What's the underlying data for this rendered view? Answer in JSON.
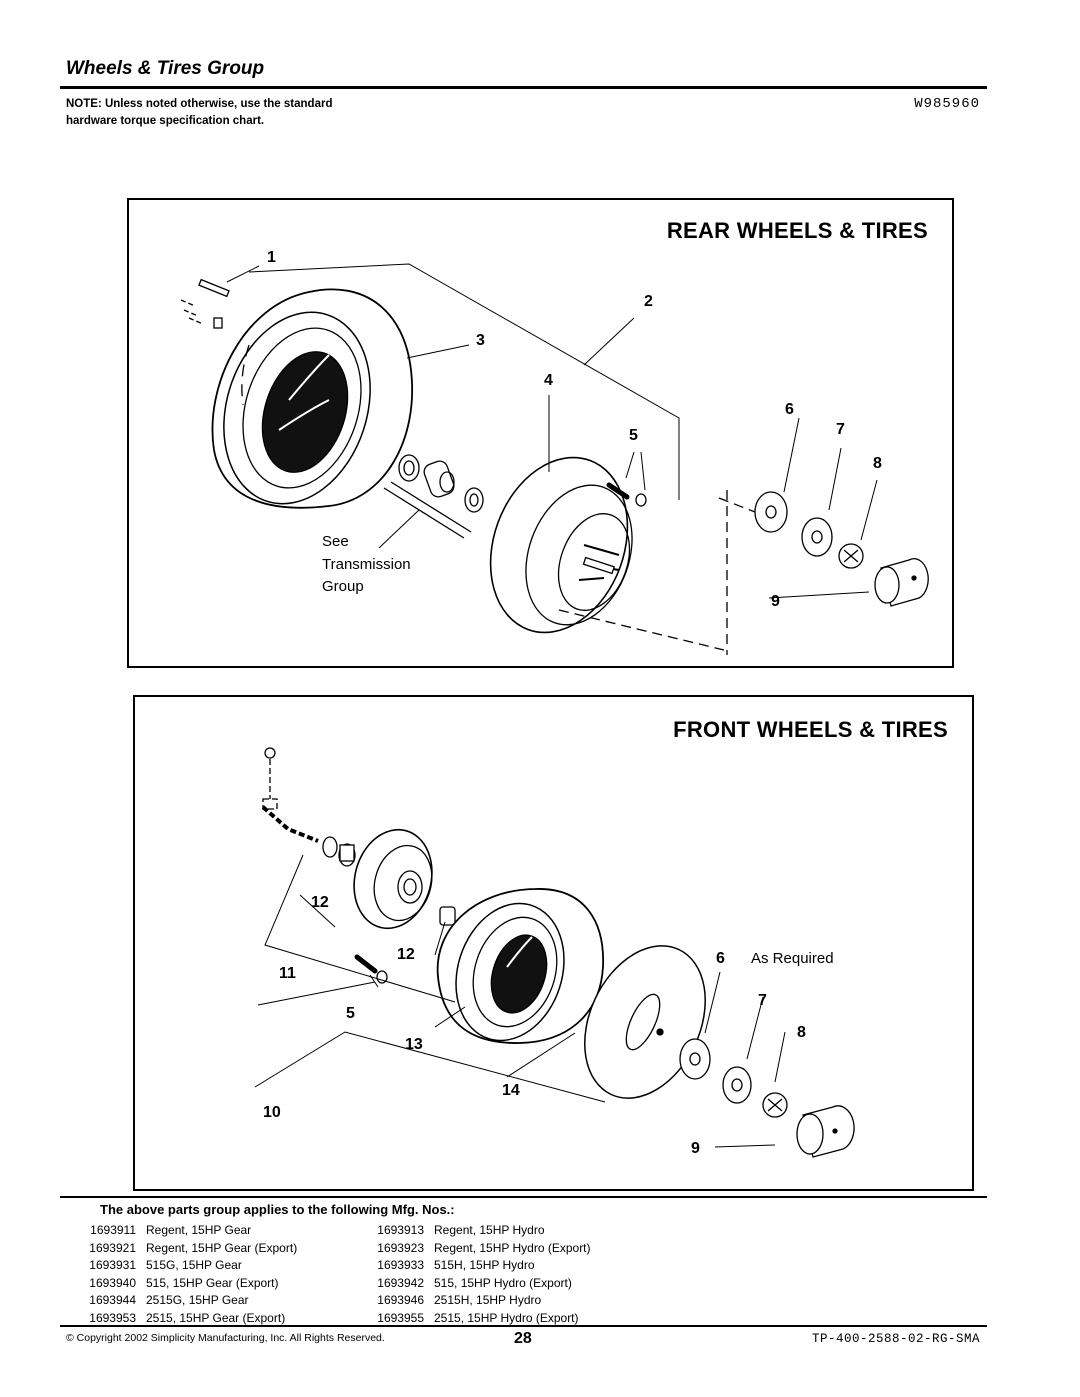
{
  "header": {
    "title": "Wheels & Tires Group",
    "note": "NOTE: Unless noted otherwise, use the standard hardware torque specification chart.",
    "doc_code": "W985960"
  },
  "rear_panel": {
    "title": "REAR WHEELS & TIRES",
    "callouts": [
      "1",
      "2",
      "3",
      "4",
      "5",
      "6",
      "7",
      "8",
      "9"
    ],
    "see_text": "See",
    "transmission_text": "Transmission",
    "group_text": "Group"
  },
  "front_panel": {
    "title": "FRONT WHEELS & TIRES",
    "callouts": [
      "12",
      "12",
      "11",
      "5",
      "13",
      "14",
      "10",
      "6",
      "7",
      "8",
      "9"
    ],
    "as_required": "As Required"
  },
  "applies_to": {
    "heading": "The above parts group applies to the following Mfg. Nos.:",
    "rows": [
      [
        "1693911",
        "Regent, 15HP Gear",
        "1693913",
        "Regent, 15HP Hydro"
      ],
      [
        "1693921",
        "Regent, 15HP Gear (Export)",
        "1693923",
        "Regent, 15HP Hydro (Export)"
      ],
      [
        "1693931",
        "515G, 15HP Gear",
        "1693933",
        "515H, 15HP Hydro"
      ],
      [
        "1693940",
        "515, 15HP Gear (Export)",
        "1693942",
        "515, 15HP Hydro (Export)"
      ],
      [
        "1693944",
        "2515G, 15HP Gear",
        "1693946",
        "2515H, 15HP Hydro"
      ],
      [
        "1693953",
        "2515, 15HP Gear (Export)",
        "1693955",
        "2515, 15HP Hydro (Export)"
      ]
    ]
  },
  "footer": {
    "copyright": "© Copyright 2002 Simplicity Manufacturing, Inc. All Rights Reserved.",
    "page_number": "28",
    "doc_code": "TP-400-2588-02-RG-SMA"
  }
}
